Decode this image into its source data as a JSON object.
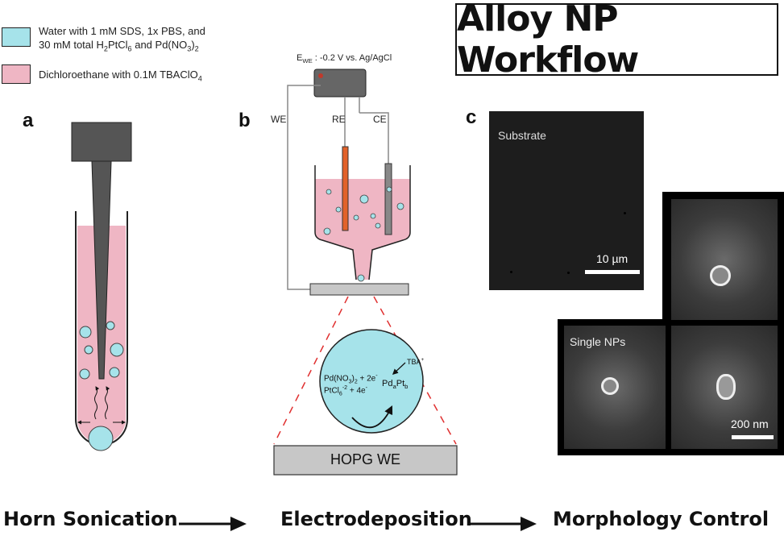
{
  "title": "Alloy NP Workflow",
  "legend": {
    "water_line1": "Water with 1 mM SDS, 1x PBS, and",
    "water_line2_pre": "30 mM total H",
    "water_line2_s1": "2",
    "water_line2_mid": "PtCl",
    "water_line2_s2": "6",
    "water_line2_mid2": " and Pd(NO",
    "water_line2_s3": "3",
    "water_line2_mid3": ")",
    "water_line2_s4": "2",
    "water_color": "#a6e3ea",
    "organic_pre": "Dichloroethane with 0.1M TBAClO",
    "organic_sub": "4",
    "organic_color": "#efb6c4"
  },
  "panels": {
    "a": "a",
    "b": "b",
    "c": "c"
  },
  "electrochem": {
    "potential_pre": "E",
    "potential_sub": "WE",
    "potential_post": " : -0.2 V vs. Ag/AgCl",
    "we": "WE",
    "re": "RE",
    "ce": "CE",
    "electrode": "HOPG WE",
    "tba": "TBA",
    "tba_sup": "+",
    "rxn1_a": "Pd(NO",
    "rxn1_s1": "3",
    "rxn1_b": ")",
    "rxn1_s2": "2",
    "rxn1_c": " + 2e",
    "rxn1_sup": "-",
    "rxn2_a": "PtCl",
    "rxn2_s": "6",
    "rxn2_sup": "-2",
    "rxn2_b": " + 4e",
    "rxn2_sup2": "-",
    "prod_a": "Pd",
    "prod_s1": "a",
    "prod_b": "Pt",
    "prod_s2": "b"
  },
  "sem": {
    "substrate": "Substrate",
    "scale1": "10 µm",
    "single": "Single NPs",
    "scale2": "200 nm"
  },
  "workflow": {
    "step1": "Horn Sonication",
    "step2": "Electrodeposition",
    "step3": "Morphology Control"
  }
}
